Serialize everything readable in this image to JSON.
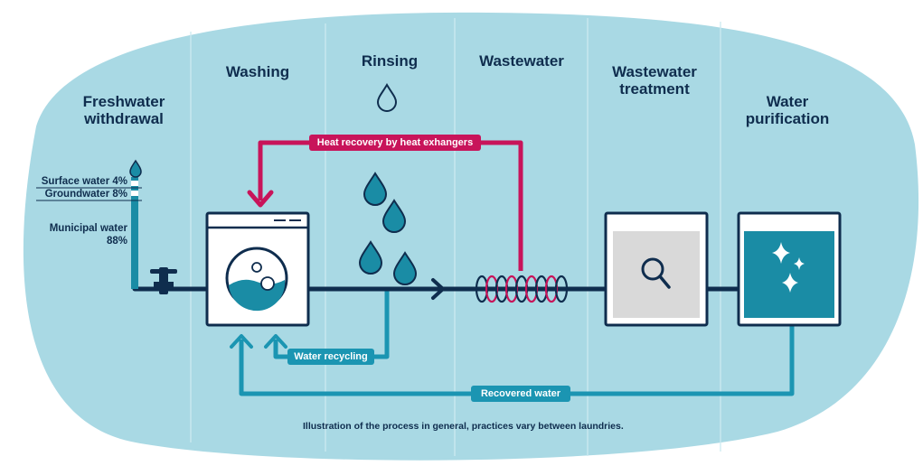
{
  "columns": {
    "freshwater": "Freshwater\nwithdrawal",
    "washing": "Washing",
    "rinsing": "Rinsing",
    "wastewater": "Wastewater",
    "treatment": "Wastewater\ntreatment",
    "purification": "Water\npurification"
  },
  "sources": {
    "surface": "Surface water 4%",
    "ground": "Groundwater 8%",
    "municipal": "Municipal water\n88%"
  },
  "flows": {
    "heat": "Heat recovery by heat exhangers",
    "recycling": "Water recycling",
    "recovered": "Recovered water"
  },
  "caption": "Illustration of the process in general, practices vary between laundries.",
  "colors": {
    "background": "#a9d9e4",
    "dark_pipe": "#0f2d4e",
    "water": "#1a8ca5",
    "heat": "#c8145a",
    "recycle": "#1b95b2"
  }
}
